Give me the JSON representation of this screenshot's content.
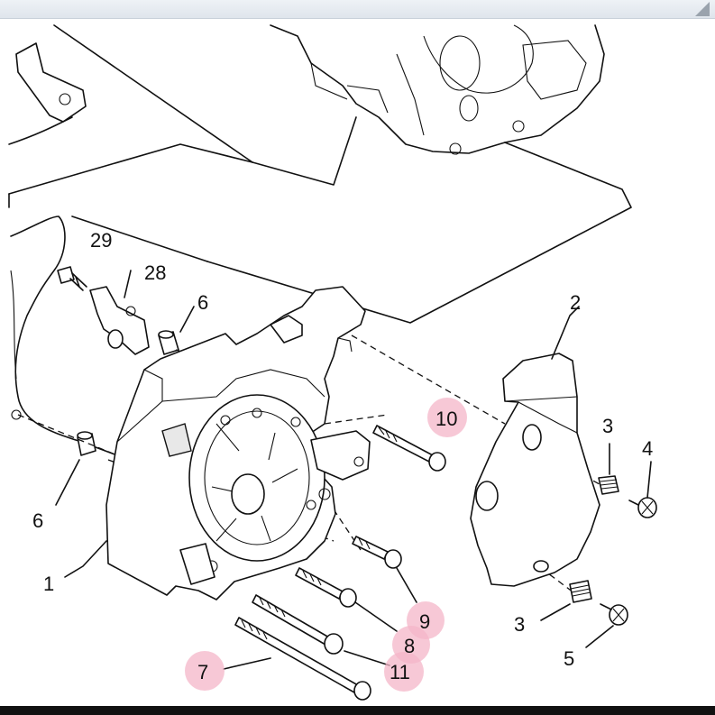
{
  "labels": {
    "p1": "1",
    "p2": "2",
    "p3a": "3",
    "p3b": "3",
    "p4": "4",
    "p5": "5",
    "p6a": "6",
    "p6b": "6",
    "p7": "7",
    "p8": "8",
    "p9": "9",
    "p10": "10",
    "p11": "11",
    "p28": "28",
    "p29": "29"
  },
  "highlight_color": "#f4b6c8",
  "highlighted_parts": [
    "7",
    "8",
    "9",
    "10",
    "11"
  ]
}
